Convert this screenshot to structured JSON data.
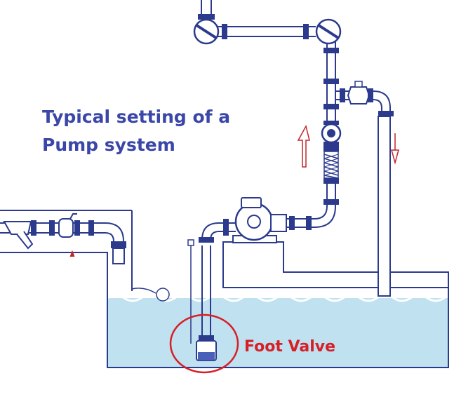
{
  "title": {
    "line1": "Typical setting of a",
    "line2": "Pump system"
  },
  "callout": {
    "label": "Foot Valve"
  },
  "colors": {
    "pipe_stroke": "#2b3a8c",
    "pipe_fill": "#ffffff",
    "water": "#bfe1f0",
    "tank_outline": "#2b3a8c",
    "title_text": "#3a46a8",
    "callout": "#d71f26",
    "flow_arrow": "#c0262c"
  },
  "components": [
    "pump",
    "foot-valve",
    "suction-pipe",
    "discharge-pipe",
    "flow-meter",
    "flexible-hose",
    "check-valve",
    "strainer",
    "float-switch",
    "water-tank"
  ]
}
